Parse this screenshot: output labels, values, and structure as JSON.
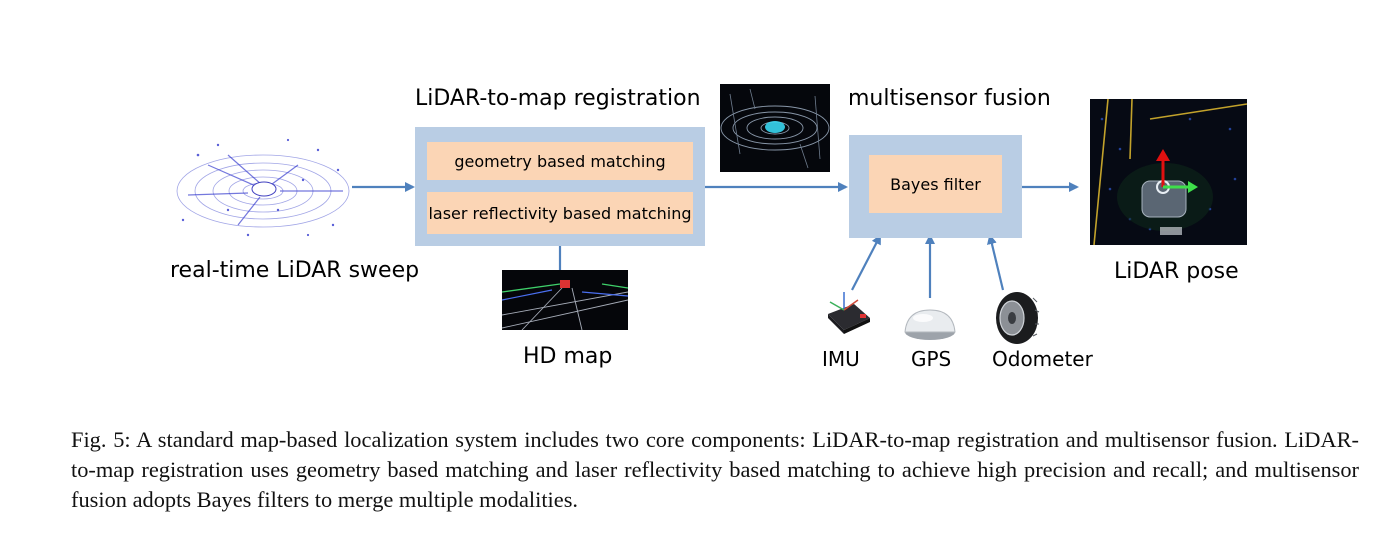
{
  "labels": {
    "lidar_sweep": "real-time LiDAR sweep",
    "registration_title": "LiDAR-to-map registration",
    "geometry_matching": "geometry based matching",
    "reflectivity_matching": "laser reflectivity based matching",
    "hd_map": "HD map",
    "fusion_title": "multisensor fusion",
    "bayes_filter": "Bayes filter",
    "lidar_pose": "LiDAR pose",
    "imu": "IMU",
    "gps": "GPS",
    "odometer": "Odometer"
  },
  "caption": "Fig. 5:  A standard map-based localization system includes two core components: LiDAR-to-map registration and multisensor fusion. LiDAR-to-map registration uses geometry based matching and laser reflectivity based matching to achieve high precision and recall; and multisensor fusion adopts Bayes filters to merge multiple modalities.",
  "colors": {
    "outer_box": "#b9cde4",
    "inner_box": "#fbd5b5",
    "arrow": "#4f81bd"
  }
}
